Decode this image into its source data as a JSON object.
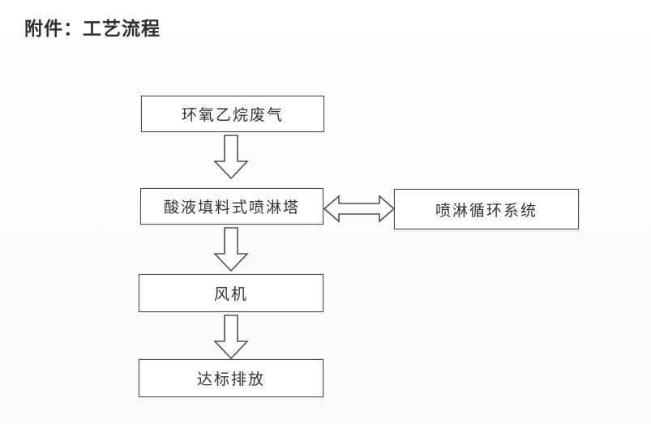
{
  "document": {
    "title": "附件：工艺流程",
    "background_color": "#fefefe",
    "line_color": "#4f4f4f",
    "text_color": "#333333"
  },
  "flowchart": {
    "type": "process-flow-diagram",
    "orientation": "vertical",
    "nodes": [
      {
        "id": "node-1",
        "label": "环氧乙烷废气",
        "shape": "rectangle"
      },
      {
        "id": "node-2",
        "label": "酸液填料式喷淋塔",
        "shape": "rectangle"
      },
      {
        "id": "node-3",
        "label": "风机",
        "shape": "rectangle"
      },
      {
        "id": "node-4",
        "label": "达标排放",
        "shape": "rectangle"
      },
      {
        "id": "node-side",
        "label": "喷淋循环系统",
        "shape": "rectangle"
      }
    ],
    "connectors": [
      {
        "id": "arrow-1",
        "from": "node-1",
        "to": "node-2",
        "style": "block-arrow",
        "direction": "down"
      },
      {
        "id": "arrow-2",
        "from": "node-2",
        "to": "node-3",
        "style": "block-arrow",
        "direction": "down"
      },
      {
        "id": "arrow-3",
        "from": "node-3",
        "to": "node-4",
        "style": "block-arrow",
        "direction": "down"
      },
      {
        "id": "arrow-4",
        "from": "node-2",
        "to": "node-side",
        "style": "block-arrow",
        "direction": "bidirectional"
      }
    ]
  }
}
